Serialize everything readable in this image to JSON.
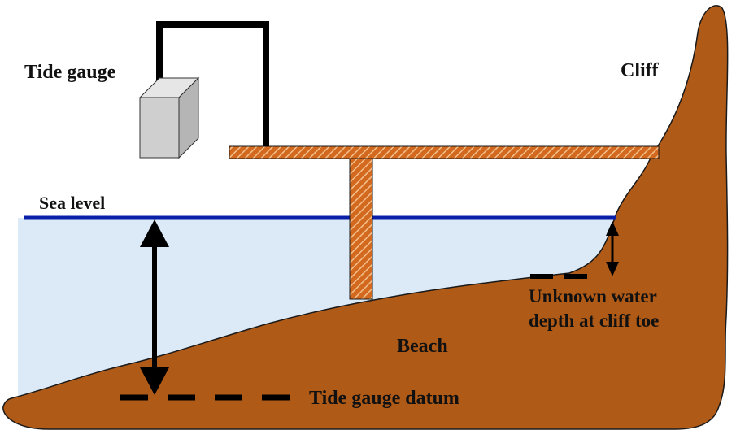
{
  "labels": {
    "tide_gauge": "Tide gauge",
    "cliff": "Cliff",
    "sea_level": "Sea level",
    "beach": "Beach",
    "unknown_depth_line1": "Unknown water",
    "unknown_depth_line2": "depth at cliff toe",
    "tide_gauge_datum": "Tide gauge datum"
  },
  "colors": {
    "water": "#dce9f7",
    "sea_level_line": "#0a1fa8",
    "ground": "#b05a17",
    "ground_outline": "#1a1a1a",
    "pier_wood": "#d2691e",
    "pier_hatch": "#f3c08d",
    "gauge_box": "#cfcfcf",
    "arrows": "#000000"
  }
}
